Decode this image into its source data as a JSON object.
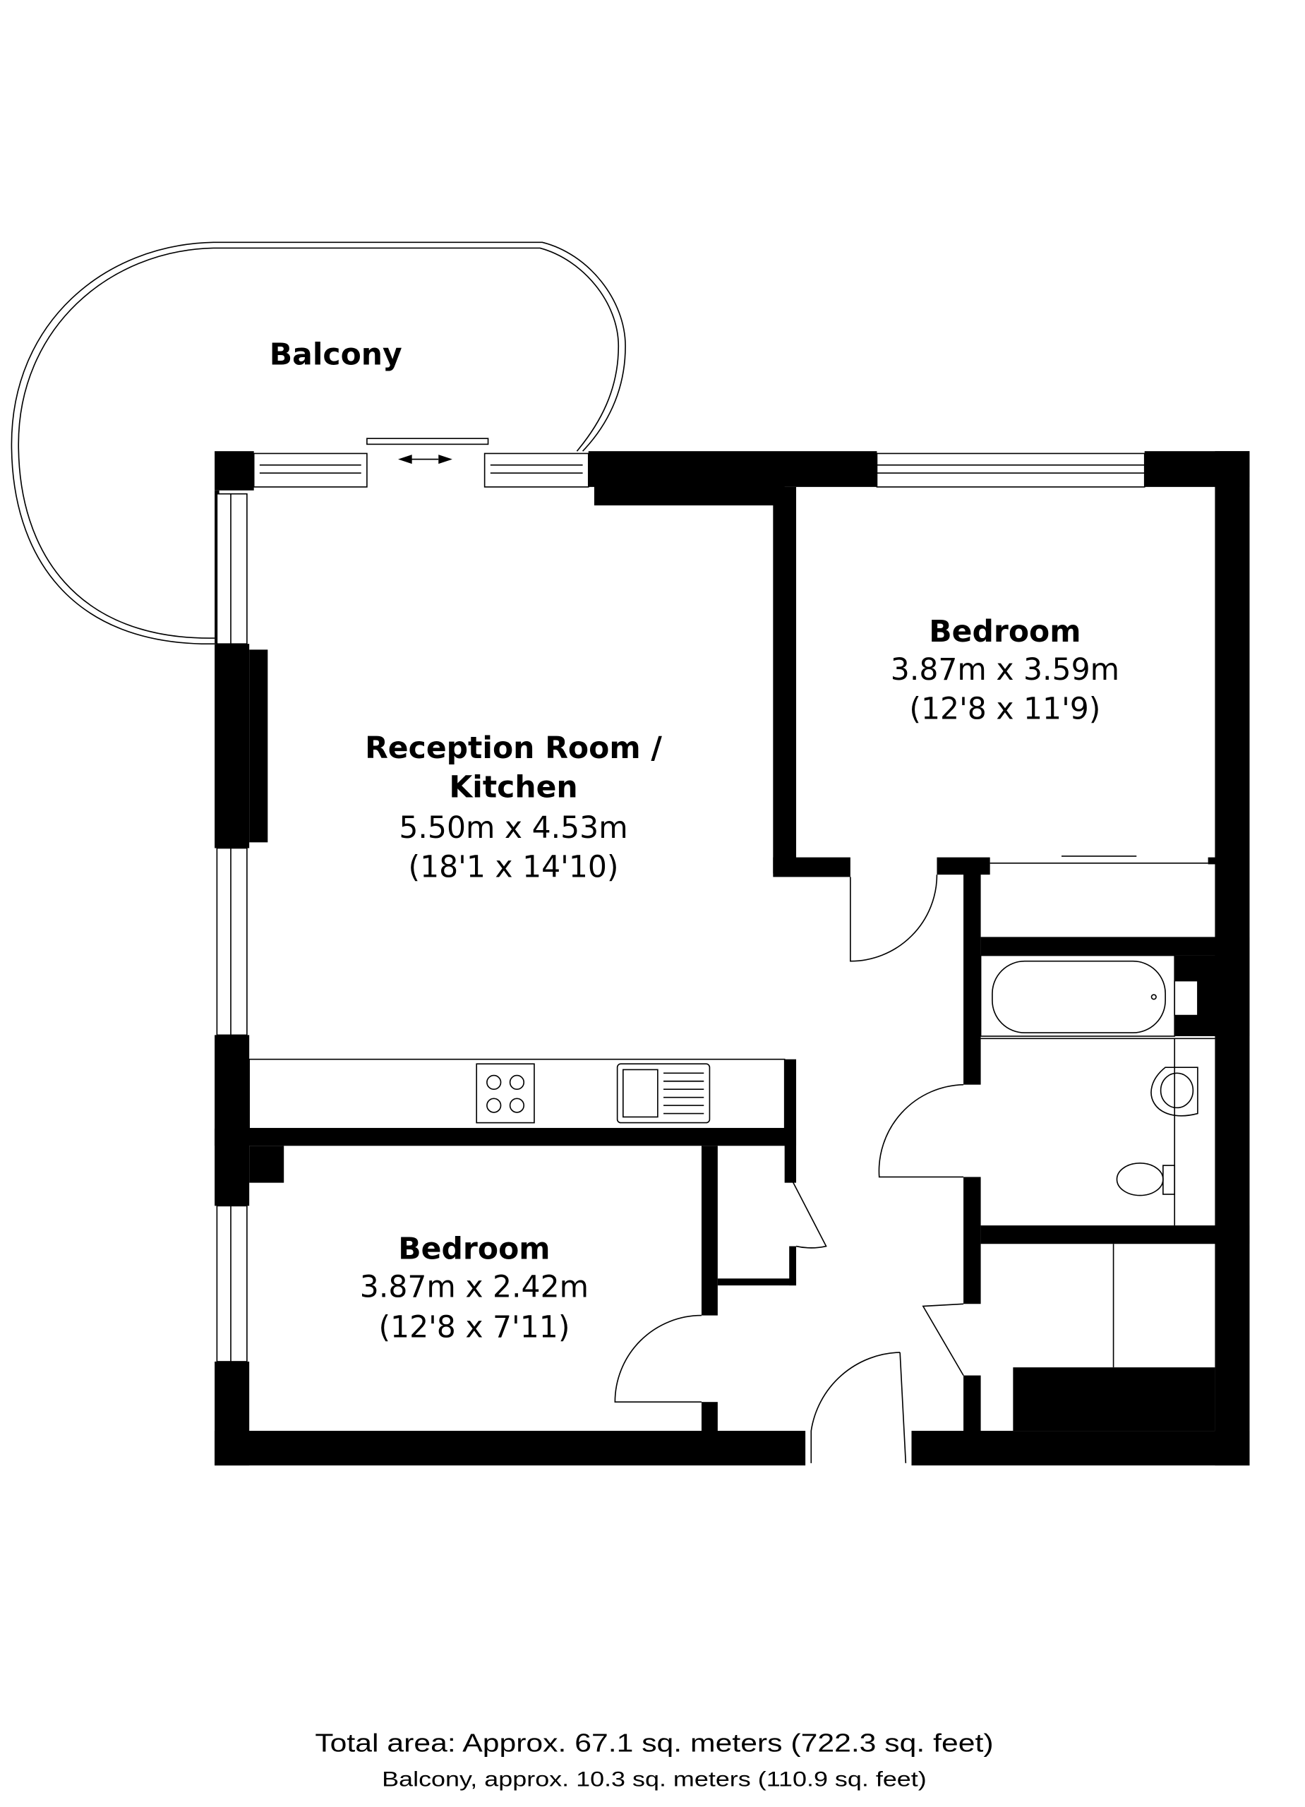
{
  "rooms": {
    "balcony": {
      "name": "Balcony"
    },
    "reception": {
      "name_line1": "Reception Room /",
      "name_line2": "Kitchen",
      "metric": "5.50m x 4.53m",
      "imperial": "(18'1 x 14'10)"
    },
    "bedroom1": {
      "name": "Bedroom",
      "metric": "3.87m x 3.59m",
      "imperial": "(12'8 x 11'9)"
    },
    "bedroom2": {
      "name": "Bedroom",
      "metric": "3.87m x 2.42m",
      "imperial": "(12'8 x 7'11)"
    }
  },
  "footer": {
    "total_area": "Total area: Approx. 67.1 sq. meters (722.3 sq. feet)",
    "balcony_area": "Balcony, approx. 10.3 sq. meters (110.9 sq. feet)"
  },
  "colors": {
    "wall": "#000000",
    "background": "#ffffff"
  }
}
